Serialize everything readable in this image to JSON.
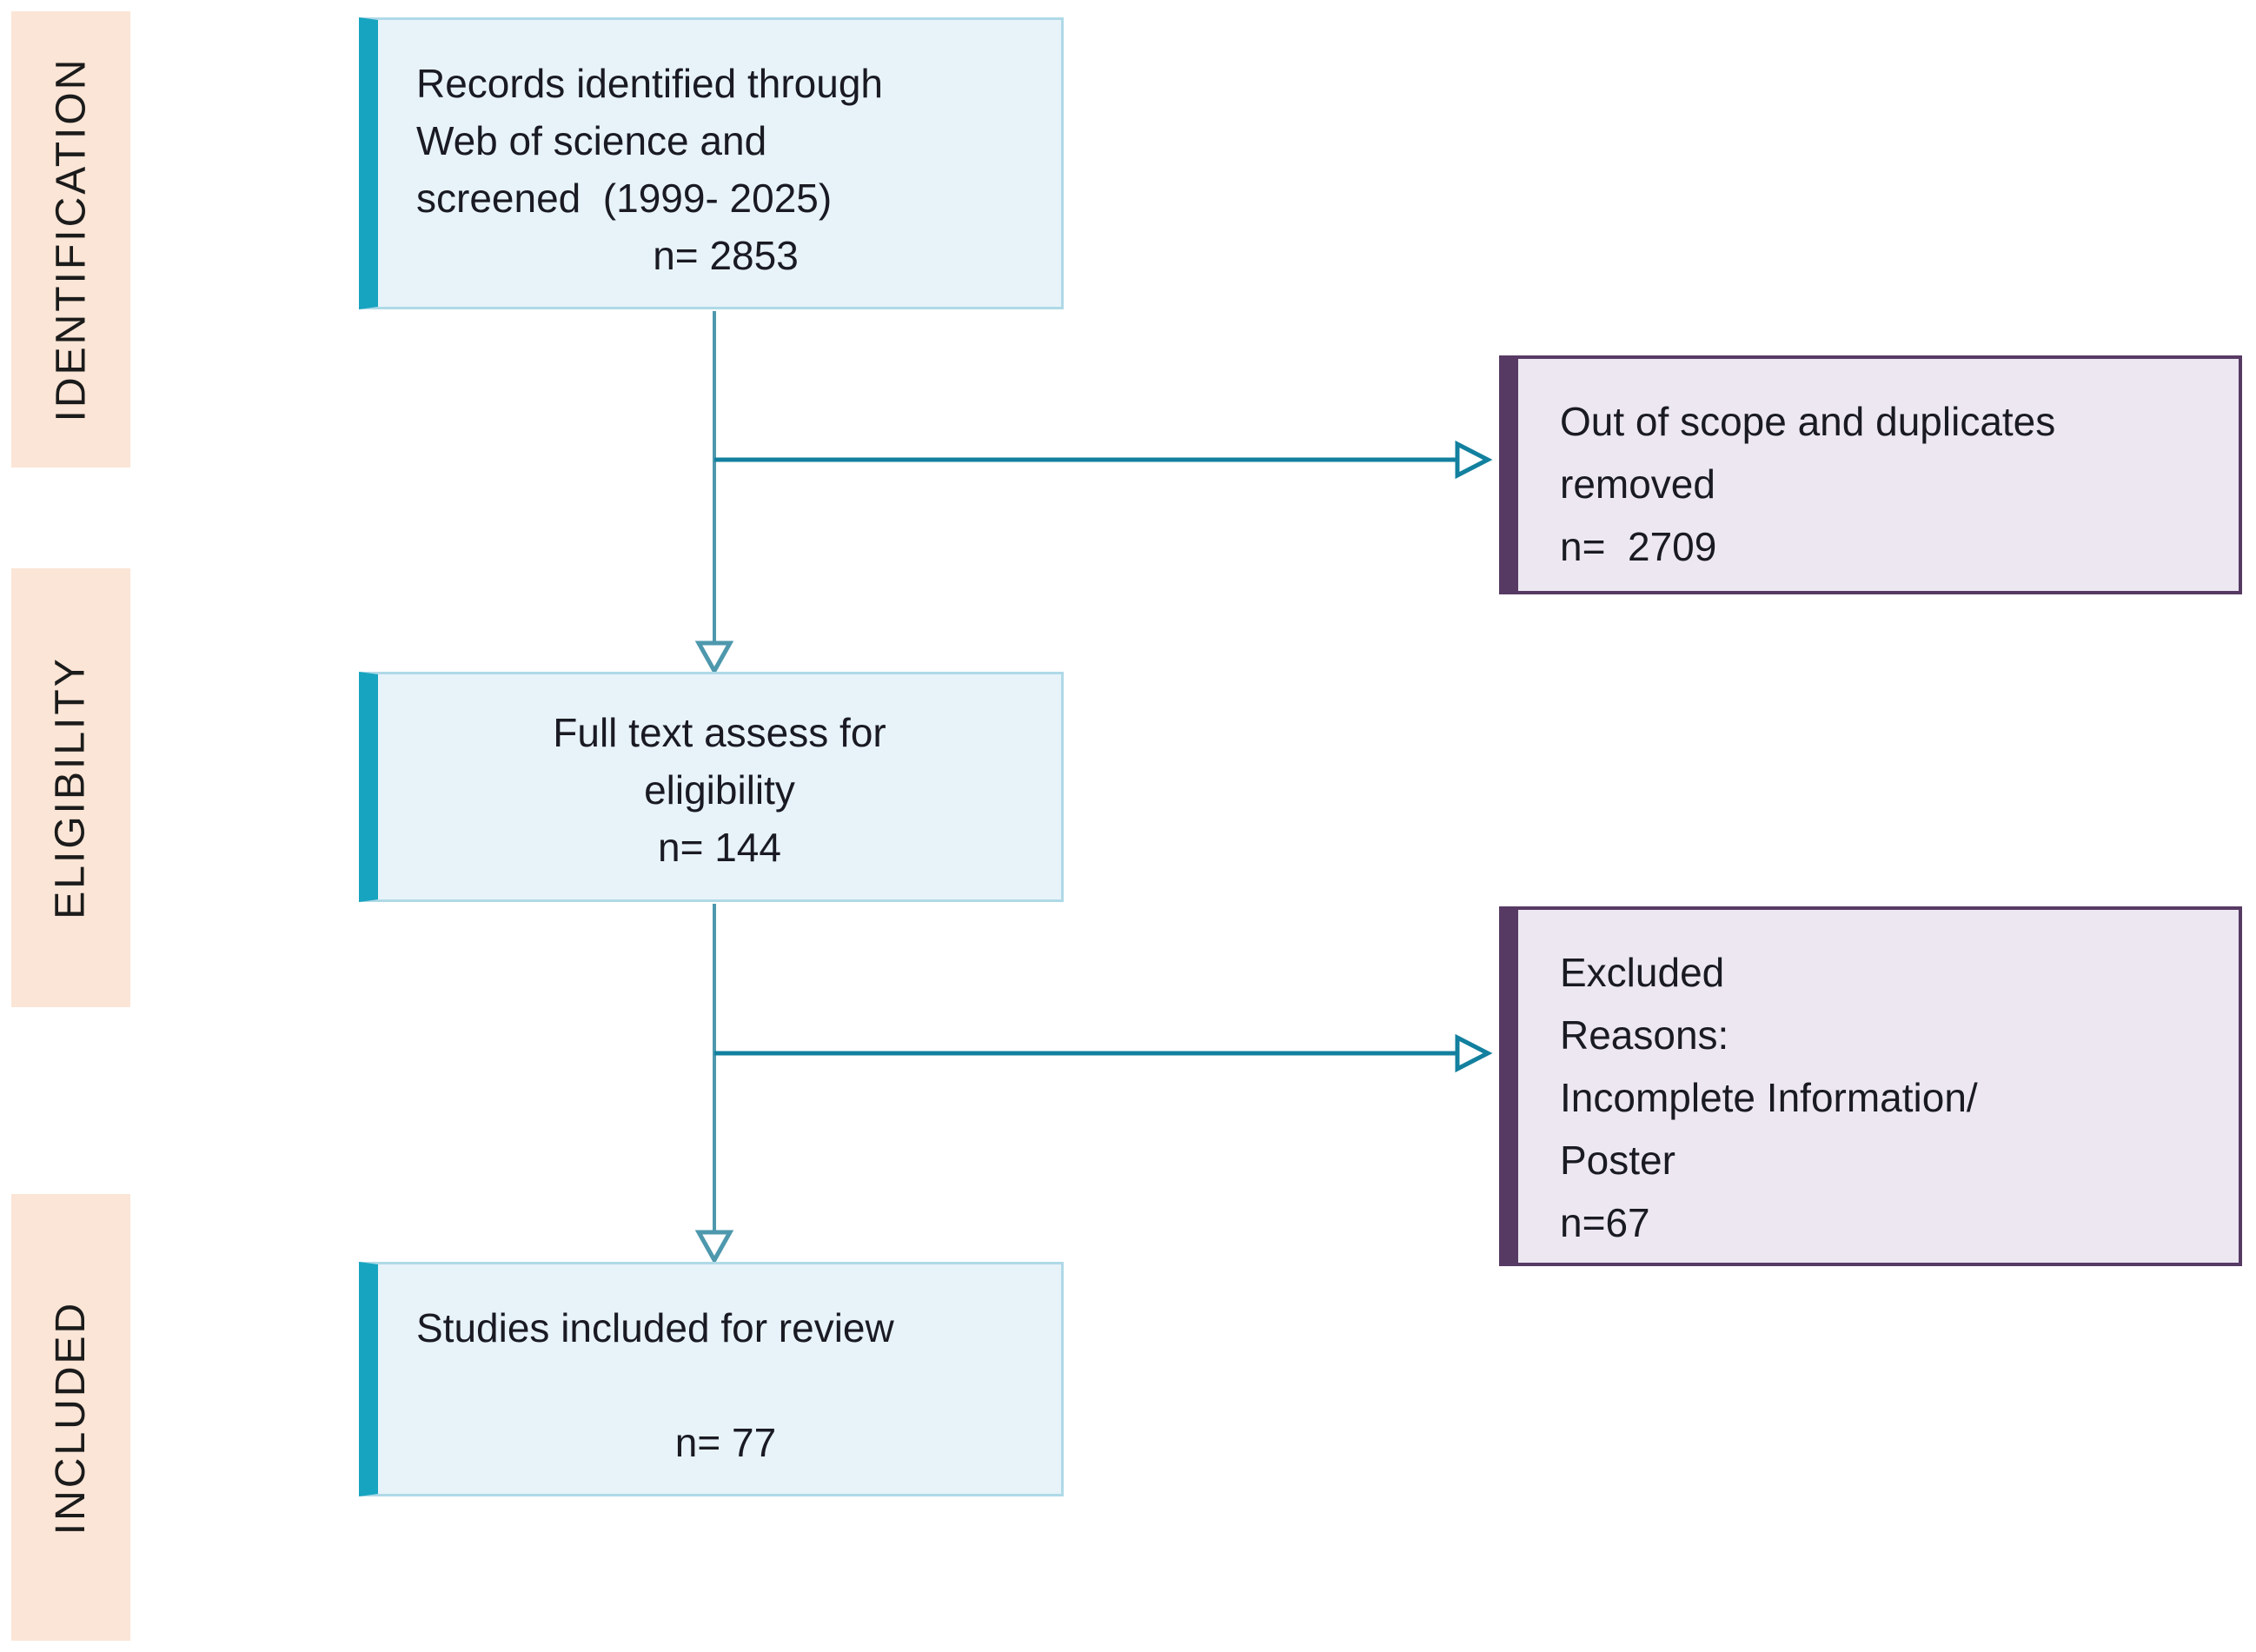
{
  "colors": {
    "teal-bar": "#17A4C0",
    "blue-fill": "#E7F3F9",
    "blue-border": "#AFD9E7",
    "purple-border": "#573A64",
    "purple-fill": "#ECE7F1",
    "peach-fill": "#FBE5D6",
    "connector": "#12809E",
    "connector-light": "#4E98AD",
    "text": "#1A1A23"
  },
  "stages": {
    "identification": "IDENTIFICATION",
    "eligibility": "ELIGIBILITY",
    "included": "INCLUDED"
  },
  "flow_boxes": {
    "records": {
      "lines": [
        "Records identified through",
        "Web of science and",
        "screened  (1999- 2025)",
        "n= 2853"
      ]
    },
    "fulltext": {
      "lines": [
        "Full text assess for",
        "eligibility",
        "n= 144"
      ]
    },
    "included": {
      "lines": [
        "Studies included for review",
        "",
        "n= 77"
      ]
    }
  },
  "side_boxes": {
    "removed": {
      "lines": [
        "Out of scope and duplicates",
        "removed",
        "n=  2709"
      ]
    },
    "excluded": {
      "lines": [
        "Excluded",
        "Reasons:",
        "Incomplete Information/",
        "Poster",
        "n=67"
      ]
    }
  }
}
